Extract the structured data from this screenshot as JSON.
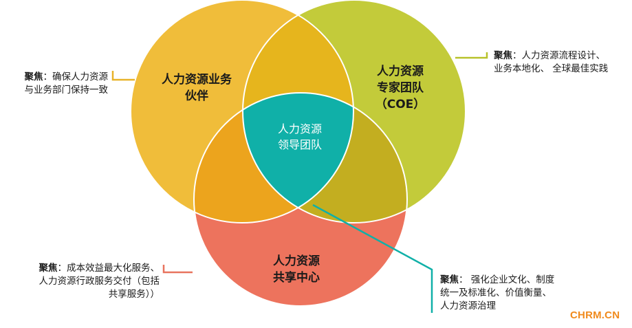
{
  "colors": {
    "hrbp": "#f0bd3a",
    "coe": "#c3cb3a",
    "ssc": "#ed735d",
    "overlap_hrbp_coe": "#e6b51d",
    "overlap_hrbp_ssc": "#eca41d",
    "overlap_coe_ssc": "#c3ae20",
    "center": "#10b0a8",
    "border": "#ffffff",
    "watermark": "#f08a1c"
  },
  "circles": {
    "hrbp": {
      "title_line1": "人力资源业务",
      "title_line2": "伙伴"
    },
    "coe": {
      "title_line1": "人力资源",
      "title_line2": "专家团队",
      "title_line3": "（COE）"
    },
    "ssc": {
      "title_line1": "人力资源",
      "title_line2": "共享中心"
    }
  },
  "center": {
    "title_line1": "人力资源",
    "title_line2": "领导团队"
  },
  "notes": {
    "hrbp": {
      "prefix": "聚焦",
      "line1": "：确保人力资源",
      "line2": "与业务部门保持一致"
    },
    "coe": {
      "prefix": "聚焦",
      "line1": "：人力资源流程设计、",
      "line2": "业务本地化、 全球最佳实践"
    },
    "ssc": {
      "prefix": "聚焦",
      "line1": "：成本效益最大化服务、",
      "line2": "人力资源行政服务交付（包括",
      "line3": "共享服务））"
    },
    "leader": {
      "prefix": "聚焦",
      "line1": "： 强化企业文化、制度",
      "line2": "统一及标准化、价值衡量、",
      "line3": "人力资源治理"
    }
  },
  "watermark": "CHRM.CN"
}
